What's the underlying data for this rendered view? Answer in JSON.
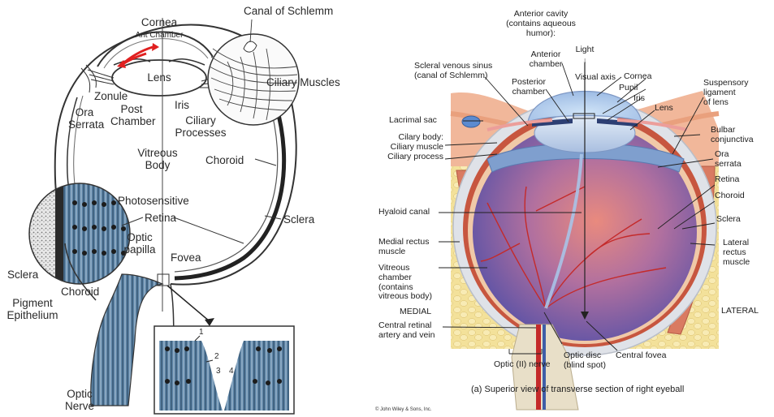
{
  "left_diagram": {
    "labels": {
      "cornea": "Cornea",
      "ant_chamber": "Ant Chamber",
      "canal_schlemm": "Canal of Schlemm",
      "lens": "Lens",
      "ciliary_muscles": "Ciliary Muscles",
      "zonule": "Zonule",
      "post_chamber": "Post\nChamber",
      "iris": "Iris",
      "ciliary_processes": "Ciliary\nProcesses",
      "ora_serrata": "Ora\nSerrata",
      "vitreous_body": "Vitreous\nBody",
      "choroid_top": "Choroid",
      "photosensitive": "Photosensitive",
      "retina": "Retina",
      "sclera_right": "Sclera",
      "optic_papilla": "Optic\npapilla",
      "fovea": "Fovea",
      "sclera_left": "Sclera",
      "choroid_left": "Choroid",
      "pigment_epithelium": "Pigment\nEpithelium",
      "optic_nerve": "Optic\nNerve",
      "num_1": "1",
      "num_2": "2",
      "num_3": "3",
      "num_4": "4"
    }
  },
  "right_diagram": {
    "labels": {
      "anterior_cavity": "Anterior cavity\n(contains aqueous\nhumor):",
      "anterior_chamber": "Anterior\nchamber",
      "light": "Light",
      "light_arrow": "↓",
      "scleral_venous_sinus": "Scleral venous sinus\n(canal of Schlemm)",
      "posterior_chamber": "Posterior\nchamber",
      "visual_axis": "Visual axis",
      "cornea": "Cornea",
      "pupil": "Pupil",
      "iris": "Iris",
      "lens": "Lens",
      "suspensory_ligament": "Suspensory\nligament\nof lens",
      "lacrimal_sac": "Lacrimal sac",
      "ciliary_body": "Cilary body:\nCiliary muscle\nCiliary process",
      "bulbar_conjunctiva": "Bulbar\nconjunctiva",
      "ora_serrata": "Ora\nserrata",
      "retina": "Retina",
      "hyaloid_canal": "Hyaloid canal",
      "choroid": "Choroid",
      "sclera": "Sclera",
      "medial_rectus": "Medial rectus\nmuscle",
      "lateral_rectus": "Lateral\nrectus\nmuscle",
      "vitreous_chamber": "Vitreous\nchamber\n(contains\nvitreous body)",
      "medial": "MEDIAL",
      "lateral": "LATERAL",
      "central_retinal": "Central retinal\nartery and vein",
      "optic_nerve": "Optic (II) nerve",
      "optic_disc": "Optic disc\n(blind spot)",
      "central_fovea": "Central fovea"
    },
    "caption": "(a) Superior view of transverse section of right eyeball",
    "copyright": "© John Wiley & Sons, Inc."
  }
}
